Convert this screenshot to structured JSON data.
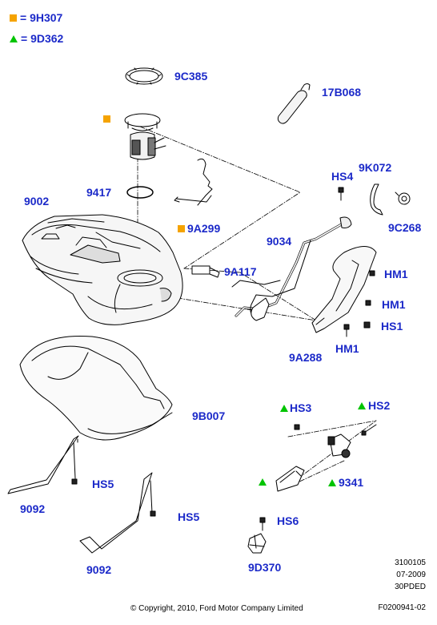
{
  "legend": [
    {
      "symbol": "square",
      "color": "#f5a300",
      "text": "= 9H307"
    },
    {
      "symbol": "triangle",
      "color": "#00c400",
      "text": "= 9D362"
    }
  ],
  "parts": {
    "p9C385": "9C385",
    "p17B068": "17B068",
    "p9417": "9417",
    "p9002": "9002",
    "p9A299": "9A299",
    "pHS4": "HS4",
    "p9K072": "9K072",
    "p9C268": "9C268",
    "p9034": "9034",
    "p9A117": "9A117",
    "pHM1a": "HM1",
    "pHM1b": "HM1",
    "pHS1": "HS1",
    "pHM1c": "HM1",
    "p9A288": "9A288",
    "p9B007": "9B007",
    "pHS3": "HS3",
    "pHS2": "HS2",
    "p9341": "9341",
    "pHS5a": "HS5",
    "p9092a": "9092",
    "pHS5b": "HS5",
    "pHS6": "HS6",
    "p9092b": "9092",
    "p9D370": "9D370"
  },
  "marker_colors": {
    "square": "#f5a300",
    "triangle": "#00c400"
  },
  "label_color": "#1c2ac9",
  "drawing_codes": [
    "3100105",
    "07-2009",
    "30PDED",
    "F0200941-02"
  ],
  "copyright": "© Copyright, 2010, Ford Motor Company Limited"
}
